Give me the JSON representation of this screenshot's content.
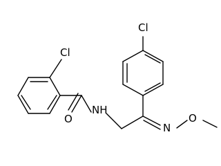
{
  "structure": {
    "atom_labels": {
      "cl_left": "Cl",
      "cl_top": "Cl",
      "amide_nh": "NH",
      "amide_o": "O",
      "oxime_n": "N",
      "oxime_o": "O"
    },
    "colors": {
      "ink": "#000000",
      "background": "#ffffff"
    }
  }
}
